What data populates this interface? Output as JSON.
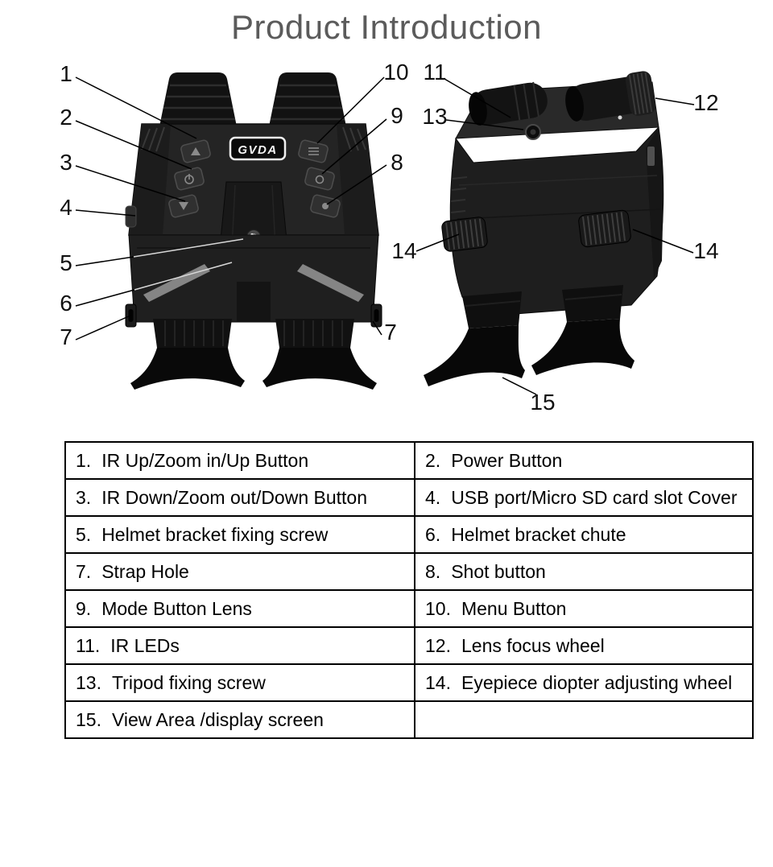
{
  "title": "Product Introduction",
  "brand": "GVDA",
  "callouts": {
    "c1": "1",
    "c2": "2",
    "c3": "3",
    "c4": "4",
    "c5": "5",
    "c6": "6",
    "c7": "7",
    "c10": "10",
    "c9": "9",
    "c8": "8",
    "c14l": "14",
    "c7r": "7",
    "c11": "11",
    "c13": "13",
    "c12": "12",
    "c14r": "14",
    "c15": "15"
  },
  "table": {
    "rows": [
      {
        "left": {
          "num": "1.",
          "text": "IR Up/Zoom in/Up Button"
        },
        "right": {
          "num": "2.",
          "text": "Power Button"
        }
      },
      {
        "left": {
          "num": "3.",
          "text": "IR Down/Zoom out/Down Button"
        },
        "right": {
          "num": "4.",
          "text": "USB port/Micro SD card slot Cover"
        }
      },
      {
        "left": {
          "num": "5.",
          "text": "Helmet bracket fixing screw"
        },
        "right": {
          "num": "6.",
          "text": "Helmet bracket chute"
        }
      },
      {
        "left": {
          "num": "7.",
          "text": "Strap Hole"
        },
        "right": {
          "num": "8.",
          "text": "Shot button"
        }
      },
      {
        "left": {
          "num": "9.",
          "text": "Mode Button Lens"
        },
        "right": {
          "num": "10.",
          "text": "Menu Button"
        }
      },
      {
        "left": {
          "num": "11.",
          "text": "IR LEDs"
        },
        "right": {
          "num": "12.",
          "text": "Lens focus wheel"
        }
      },
      {
        "left": {
          "num": "13.",
          "text": "Tripod fixing screw"
        },
        "right": {
          "num": "14.",
          "text": "Eyepiece diopter adjusting wheel"
        }
      },
      {
        "left": {
          "num": "15.",
          "text": "View Area /display screen"
        },
        "right": {
          "num": "",
          "text": ""
        }
      }
    ]
  }
}
